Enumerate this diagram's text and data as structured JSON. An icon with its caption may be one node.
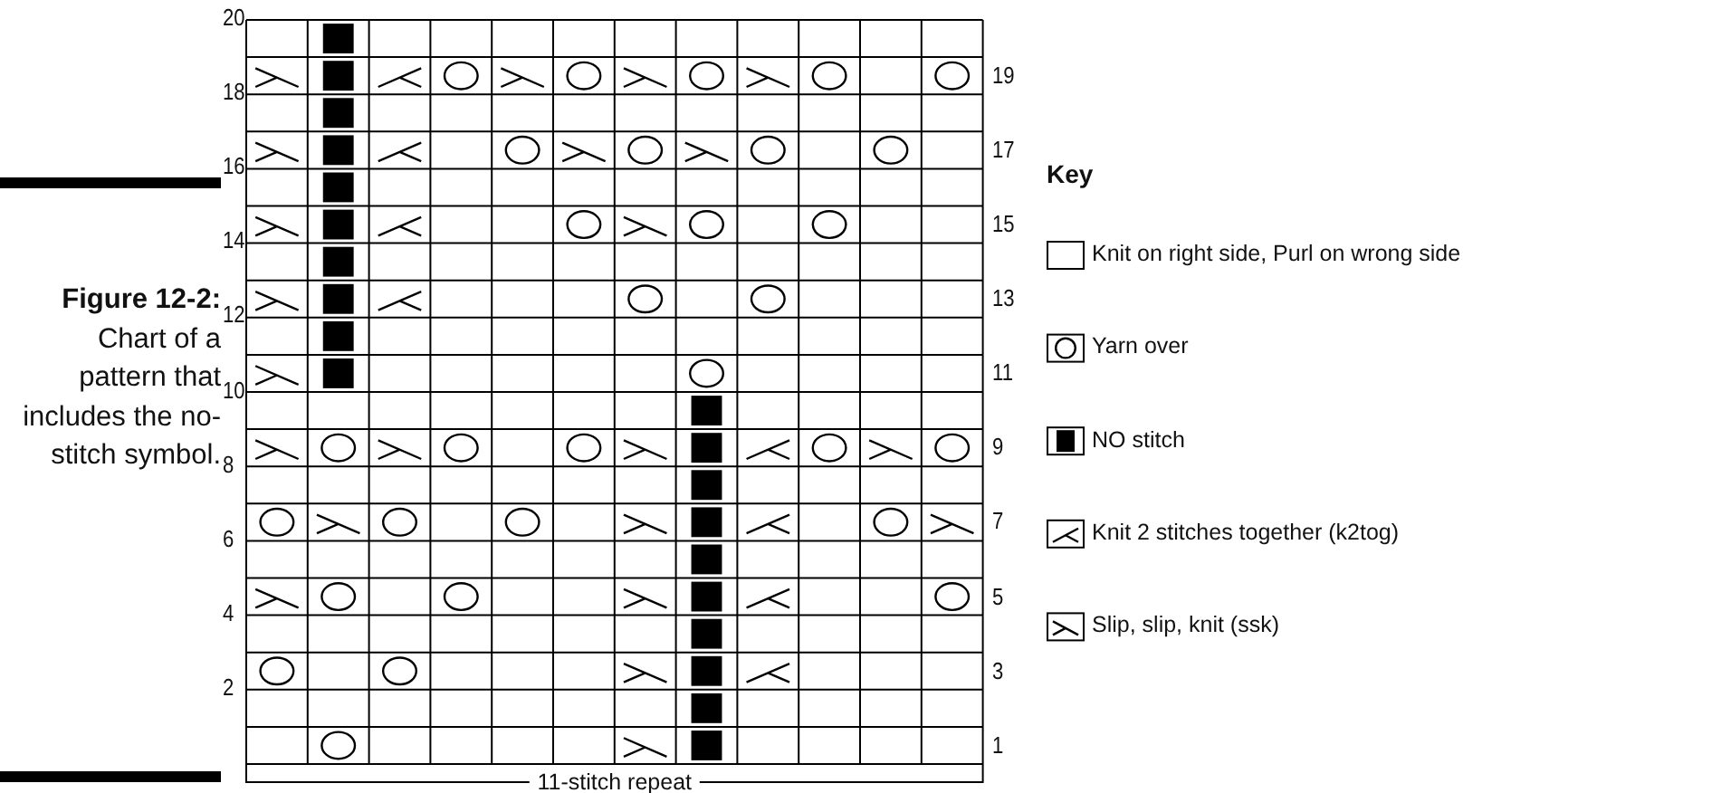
{
  "diagram": {
    "caption": "**Figure 12-2:** Chart of a pattern that includes the no-stitch symbol.",
    "labels": [
      "20",
      "19",
      "18",
      "17",
      "16",
      "15",
      "14",
      "13",
      "12",
      "11",
      "10",
      "9",
      "8",
      "7",
      "6",
      "5",
      "4",
      "3",
      "2",
      "1",
      "11-stitch repeat",
      "Key"
    ],
    "legend": [
      {
        "text": "Knit on right side, Purl on wrong side"
      },
      {
        "text": "Yarn over"
      },
      {
        "text": "NO stitch"
      },
      {
        "text": "Knit 2 stitches together (k2tog)"
      },
      {
        "text": "Slip, slip, knit (ssk)"
      }
    ]
  }
}
